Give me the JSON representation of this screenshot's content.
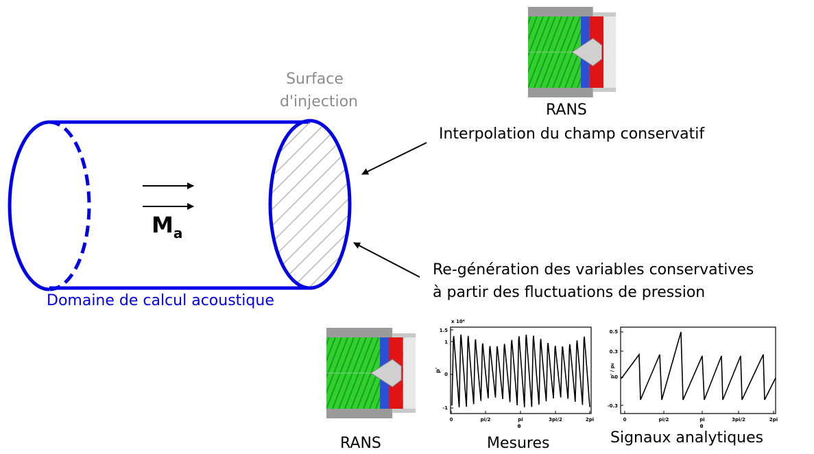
{
  "colors": {
    "domain_blue": "#0000e6",
    "label_grey": "#8c8c8c",
    "rans_green": "#2fd12f",
    "rans_red": "#e01414",
    "rans_grey": "#b8b8b8"
  },
  "surface_label": {
    "line1": "Surface",
    "line2": "d'injection"
  },
  "domain_label": "Domaine de calcul acoustique",
  "mach_label": {
    "main": "M",
    "sub": "a"
  },
  "rans_top_label": "RANS",
  "interpolation_label": "Interpolation du champ conservatif",
  "regeneration_label": {
    "line1": "Re-génération des variables conservatives",
    "line2": "à partir des fluctuations de pression"
  },
  "bottom_labels": {
    "rans": "RANS",
    "mesures": "Mesures",
    "analytic": "Signaux analytiques"
  },
  "mesures_plot": {
    "exponent": "x 10⁴",
    "ylabel": "p'",
    "xlabel": "θ",
    "yticks": [
      "1.5",
      "1",
      "0",
      "-1"
    ],
    "xticks": [
      "0",
      "pi/2",
      "pi",
      "3pi/2",
      "2pi"
    ]
  },
  "analytic_plot": {
    "ylabel": "p' / p₀",
    "xlabel": "θ",
    "yticks": [
      "0.5",
      "0.3",
      "0",
      "-0.3"
    ],
    "xticks": [
      "0",
      "pi/2",
      "pi",
      "3pi/2",
      "2pi"
    ]
  }
}
